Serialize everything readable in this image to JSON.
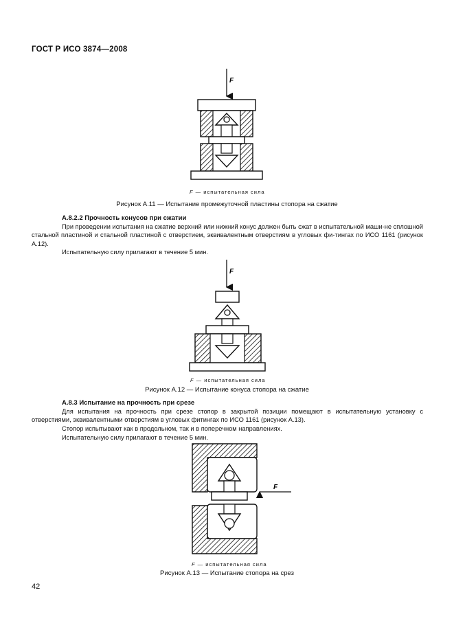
{
  "header": {
    "doc_id": "ГОСТ Р ИСО 3874—2008"
  },
  "figures": {
    "a11": {
      "force_label": "F",
      "legend_symbol": "F",
      "legend_text": " — испытательная сила",
      "caption": "Рисунок А.11 — Испытание промежуточной пластины стопора на сжатие"
    },
    "a12": {
      "force_label": "F",
      "legend_symbol": "F",
      "legend_text": " — испытательная сила",
      "caption": "Рисунок А.12 — Испытание конуса стопора на сжатие"
    },
    "a13": {
      "force_label": "F",
      "legend_symbol": "F",
      "legend_text": " — испытательная сила",
      "caption": "Рисунок А.13 — Испытание стопора на срез"
    }
  },
  "sections": {
    "s8_2_2": {
      "title": "А.8.2.2 Прочность конусов при сжатии",
      "p1": "При проведении испытания на сжатие верхний или нижний конус должен быть сжат в испытательной маши-не сплошной стальной пластиной и стальной пластиной с отверстием, эквивалентным отверстиям в угловых фи-тингах по ИСО 1161 (рисунок А.12).",
      "p2": "Испытательную силу прилагают в течение 5 мин."
    },
    "s8_3": {
      "title": "А.8.3 Испытание на прочность при срезе",
      "p1": "Для испытания на прочность при срезе стопор в закрытой позиции помещают в испытательную установку с отверстиями, эквивалентными отверстиям в угловых фитингах по ИСО 1161 (рисунок А.13).",
      "p2": "Стопор испытывают как в продольном, так и в поперечном направлениях.",
      "p3": "Испытательную силу прилагают в течение 5 мин."
    }
  },
  "page_number": "42"
}
